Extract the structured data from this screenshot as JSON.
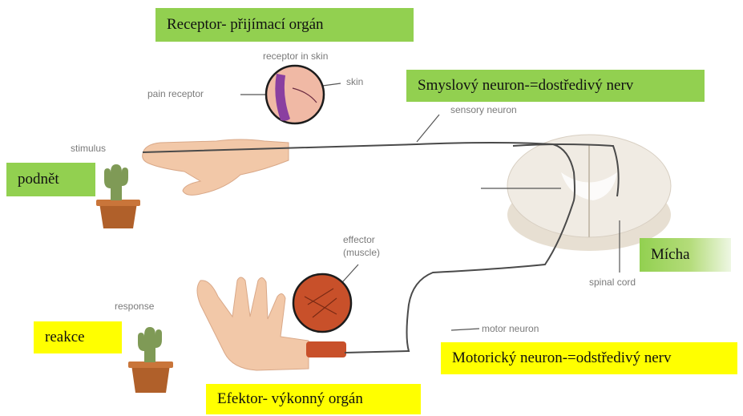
{
  "colors": {
    "green_box": "#92d050",
    "yellow_box": "#ffff00",
    "nerve": "#4a4a4a",
    "muscle": "#c8502a",
    "skin": "#f2c8a8",
    "pain_receptor": "#8a3fa0",
    "cactus": "#7f9a56",
    "pot": "#b0602a"
  },
  "annotations": {
    "receptor_in_skin": "receptor in skin",
    "pain_receptor": "pain receptor",
    "skin": "skin",
    "sensory_neuron": "sensory neuron",
    "stimulus": "stimulus",
    "effector": "effector",
    "muscle": "(muscle)",
    "response": "response",
    "spinal_cord": "spinal cord",
    "motor_neuron": "motor neuron"
  },
  "boxes": {
    "receptor": "Receptor-  přijímací  orgán",
    "sensory": "Smyslový  neuron-=dostředivý  nerv",
    "podnet": "podnět",
    "micha": "Mícha",
    "reakce": "reakce",
    "motoricky": "Motorický  neuron-=odstředivý  nerv",
    "efektor": "Efektor-  výkonný  orgán"
  }
}
